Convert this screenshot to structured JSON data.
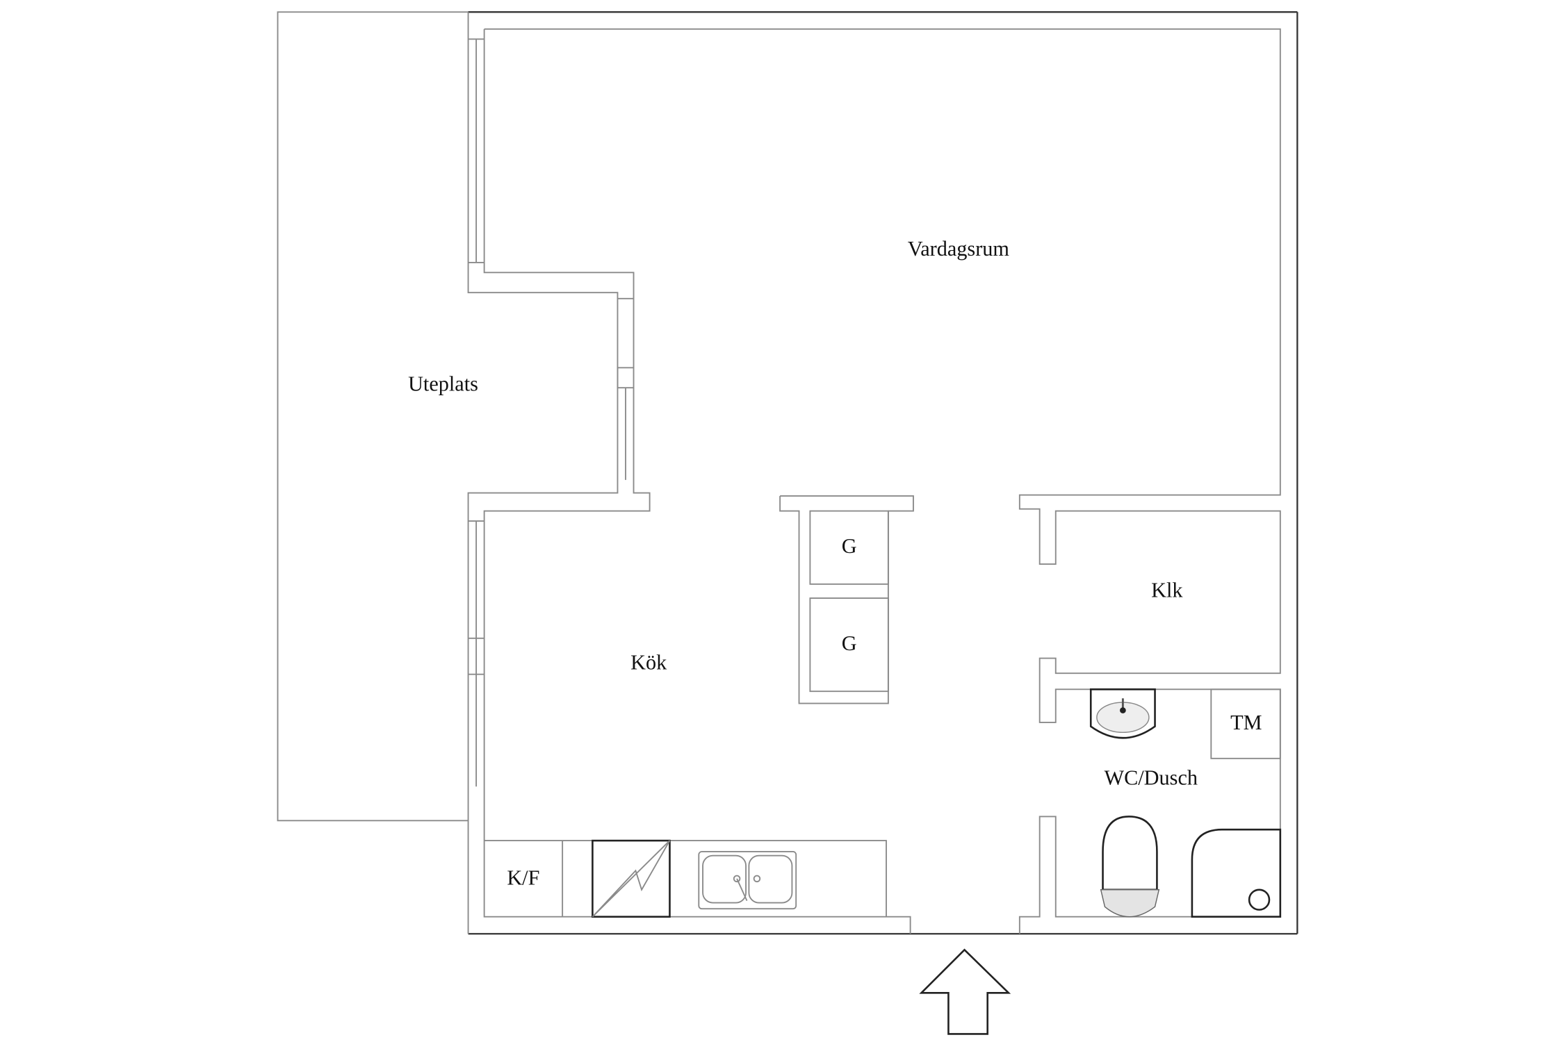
{
  "floorplan": {
    "rooms": {
      "uteplats": "Uteplats",
      "vardagsrum": "Vardagsrum",
      "kok": "Kök",
      "klk": "Klk",
      "wc_dusch": "WC/Dusch"
    },
    "fixtures": {
      "garderob_1": "G",
      "garderob_2": "G",
      "tm": "TM",
      "kf": "K/F"
    },
    "entrance_arrow": "entrance-arrow"
  }
}
